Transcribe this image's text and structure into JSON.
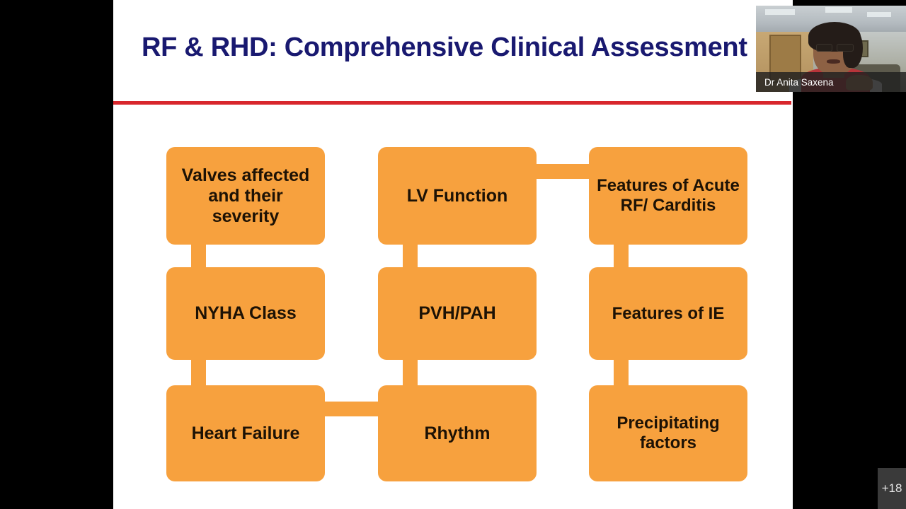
{
  "slide": {
    "title": "RF & RHD: Comprehensive Clinical Assessment",
    "accent_rule_color": "#d8262c",
    "title_color": "#191970",
    "background_color": "#ffffff"
  },
  "diagram": {
    "node_color": "#f7a13e",
    "node_text_color": "#1d1205",
    "columns": [
      {
        "nodes": [
          {
            "label": "Valves affected and their severity"
          },
          {
            "label": "NYHA Class"
          },
          {
            "label": "Heart Failure"
          }
        ]
      },
      {
        "nodes": [
          {
            "label": "LV Function"
          },
          {
            "label": "PVH/PAH"
          },
          {
            "label": "Rhythm"
          }
        ]
      },
      {
        "nodes": [
          {
            "label": "Features of Acute RF/ Carditis"
          },
          {
            "label": "Features of IE"
          },
          {
            "label": "Precipitating factors"
          }
        ]
      }
    ]
  },
  "webcam": {
    "speaker_name": "Dr Anita Saxena"
  },
  "participants": {
    "overflow_count_label": "+18"
  }
}
